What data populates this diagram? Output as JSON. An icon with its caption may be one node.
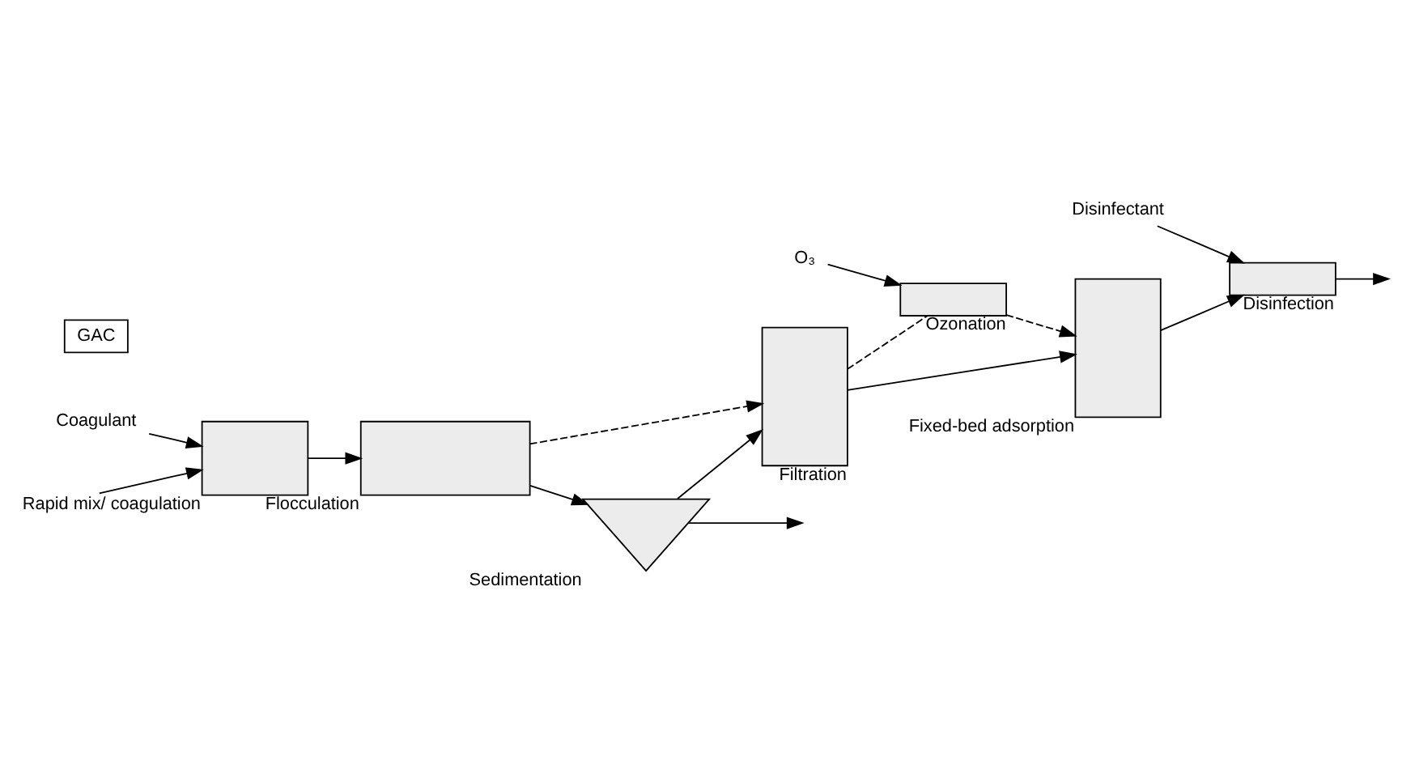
{
  "diagram": {
    "nodes": [
      {
        "text": [
          "Rapid mix/ coagulation"
        ]
      },
      {
        "text": [
          "Flocculation"
        ]
      },
      {
        "text": [
          "Sedimentation"
        ]
      },
      {
        "text": [
          "Filtration"
        ]
      },
      {
        "text": [
          "Ozonation"
        ]
      },
      {
        "text": [
          "Fixed-bed adsorption"
        ]
      },
      {
        "text": [
          "GAC"
        ]
      },
      {
        "text": [
          "Disinfection"
        ]
      },
      {
        "text": [
          "Coagulant"
        ]
      },
      {
        "text": [
          "O₃"
        ]
      },
      {
        "text": [
          "Disinfectant"
        ]
      }
    ],
    "edges": [
      {
        "from": null,
        "to": 0,
        "arrow": "to"
      },
      {
        "from": 8,
        "to": 0,
        "arrow": "to"
      },
      {
        "from": 0,
        "to": 1,
        "arrow": "to"
      },
      {
        "from": 1,
        "to": 2,
        "arrow": "to"
      },
      {
        "from": 2,
        "to": null,
        "arrow": "to"
      },
      {
        "from": 2,
        "to": 3,
        "arrow": "to"
      },
      {
        "from": 1,
        "to": 3,
        "arrow": "to",
        "style": "dashed"
      },
      {
        "from": 3,
        "to": 5,
        "arrow": "to"
      },
      {
        "from": 3,
        "to": 4,
        "arrow": "none",
        "style": "dashed"
      },
      {
        "from": 4,
        "to": 5,
        "arrow": "to",
        "style": "dashed"
      },
      {
        "from": 9,
        "to": 4,
        "arrow": "to"
      },
      {
        "from": 5,
        "to": 7,
        "arrow": "to"
      },
      {
        "from": 10,
        "to": 7,
        "arrow": "to"
      },
      {
        "from": 7,
        "to": null,
        "arrow": "to"
      }
    ]
  }
}
